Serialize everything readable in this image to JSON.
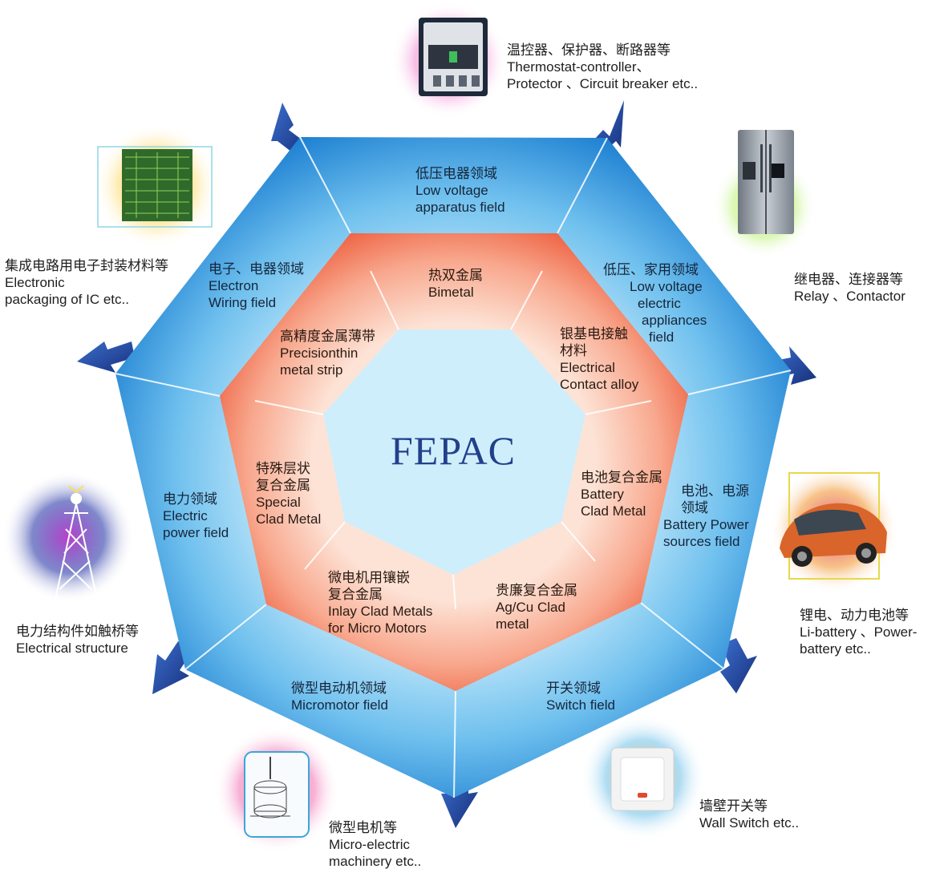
{
  "center": {
    "title": "FEPAC"
  },
  "outer_ring": [
    {
      "id": "low-voltage-apparatus",
      "zh": "低压电器领域",
      "en1": "Low voltage",
      "en2": "apparatus field"
    },
    {
      "id": "home-appliances",
      "zh": "低压、家用领域",
      "en1": "Low voltage",
      "en2": "electric",
      "en3": "appliances",
      "en4": "field"
    },
    {
      "id": "battery-power",
      "zh1": "电池、电源",
      "zh2": "领域",
      "en1": "Battery Power",
      "en2": "sources field"
    },
    {
      "id": "switch",
      "zh": "开关领域",
      "en": "Switch field"
    },
    {
      "id": "micromotor",
      "zh": "微型电动机领域",
      "en": "Micromotor field"
    },
    {
      "id": "electric-power",
      "zh": "电力领域",
      "en1": "Electric",
      "en2": "power field"
    },
    {
      "id": "electron-wiring",
      "zh": "电子、电器领域",
      "en1": "Electron",
      "en2": "Wiring field"
    }
  ],
  "inner_ring": [
    {
      "id": "bimetal",
      "zh": "热双金属",
      "en": "Bimetal"
    },
    {
      "id": "contact-alloy",
      "zh1": "银基电接触",
      "zh2": "材料",
      "en1": "Electrical",
      "en2": "Contact alloy"
    },
    {
      "id": "battery-clad",
      "zh": "电池复合金属",
      "en1": "Battery",
      "en2": "Clad Metal"
    },
    {
      "id": "agcu-clad",
      "zh": "贵廉复合金属",
      "en1": "Ag/Cu Clad",
      "en2": "metal"
    },
    {
      "id": "inlay-clad",
      "zh1": "微电机用镶嵌",
      "zh2": "复合金属",
      "en1": "Inlay Clad Metals",
      "en2": "for Micro Motors"
    },
    {
      "id": "special-clad",
      "zh1": "特殊层状",
      "zh2": "复合金属",
      "en1": "Special",
      "en2": "Clad Metal"
    },
    {
      "id": "precision-strip",
      "zh": "高精度金属薄带",
      "en1": "Precisionthin",
      "en2": "metal strip"
    }
  ],
  "applications": [
    {
      "id": "breaker",
      "zh": "温控器、保护器、断路器等",
      "en1": "Thermostat-controller、",
      "en2": "Protector 、Circuit breaker  etc.."
    },
    {
      "id": "relay",
      "zh": "继电器、连接器等",
      "en": "Relay 、Contactor"
    },
    {
      "id": "li-battery",
      "zh": "锂电、动力电池等",
      "en1": "Li-battery 、Power-",
      "en2": "battery etc.."
    },
    {
      "id": "wall-switch",
      "zh": "墙壁开关等",
      "en": "Wall Switch etc.."
    },
    {
      "id": "micro-electric",
      "zh": "微型电机等",
      "en1": "Micro-electric",
      "en2": "machinery etc.."
    },
    {
      "id": "electrical-structure",
      "zh": "电力结构件如触桥等",
      "en": "Electrical structure"
    },
    {
      "id": "ic-packaging",
      "zh": "集成电路用电子封装材料等",
      "en1": "Electronic",
      "en2": "packaging of IC etc.."
    }
  ],
  "colors": {
    "outer_blue_light": "#8fd3f4",
    "outer_blue_dark": "#1d7fd1",
    "inner_red_light": "#fbd2c2",
    "inner_red_dark": "#ef6b4c",
    "arrow_blue": "#1f3d8f",
    "center_text": "#22408a"
  },
  "icons": [
    "circuit-breaker-icon",
    "refrigerator-icon",
    "electric-car-icon",
    "wall-switch-icon",
    "motor-icon",
    "transmission-tower-icon",
    "ic-chip-icon"
  ]
}
